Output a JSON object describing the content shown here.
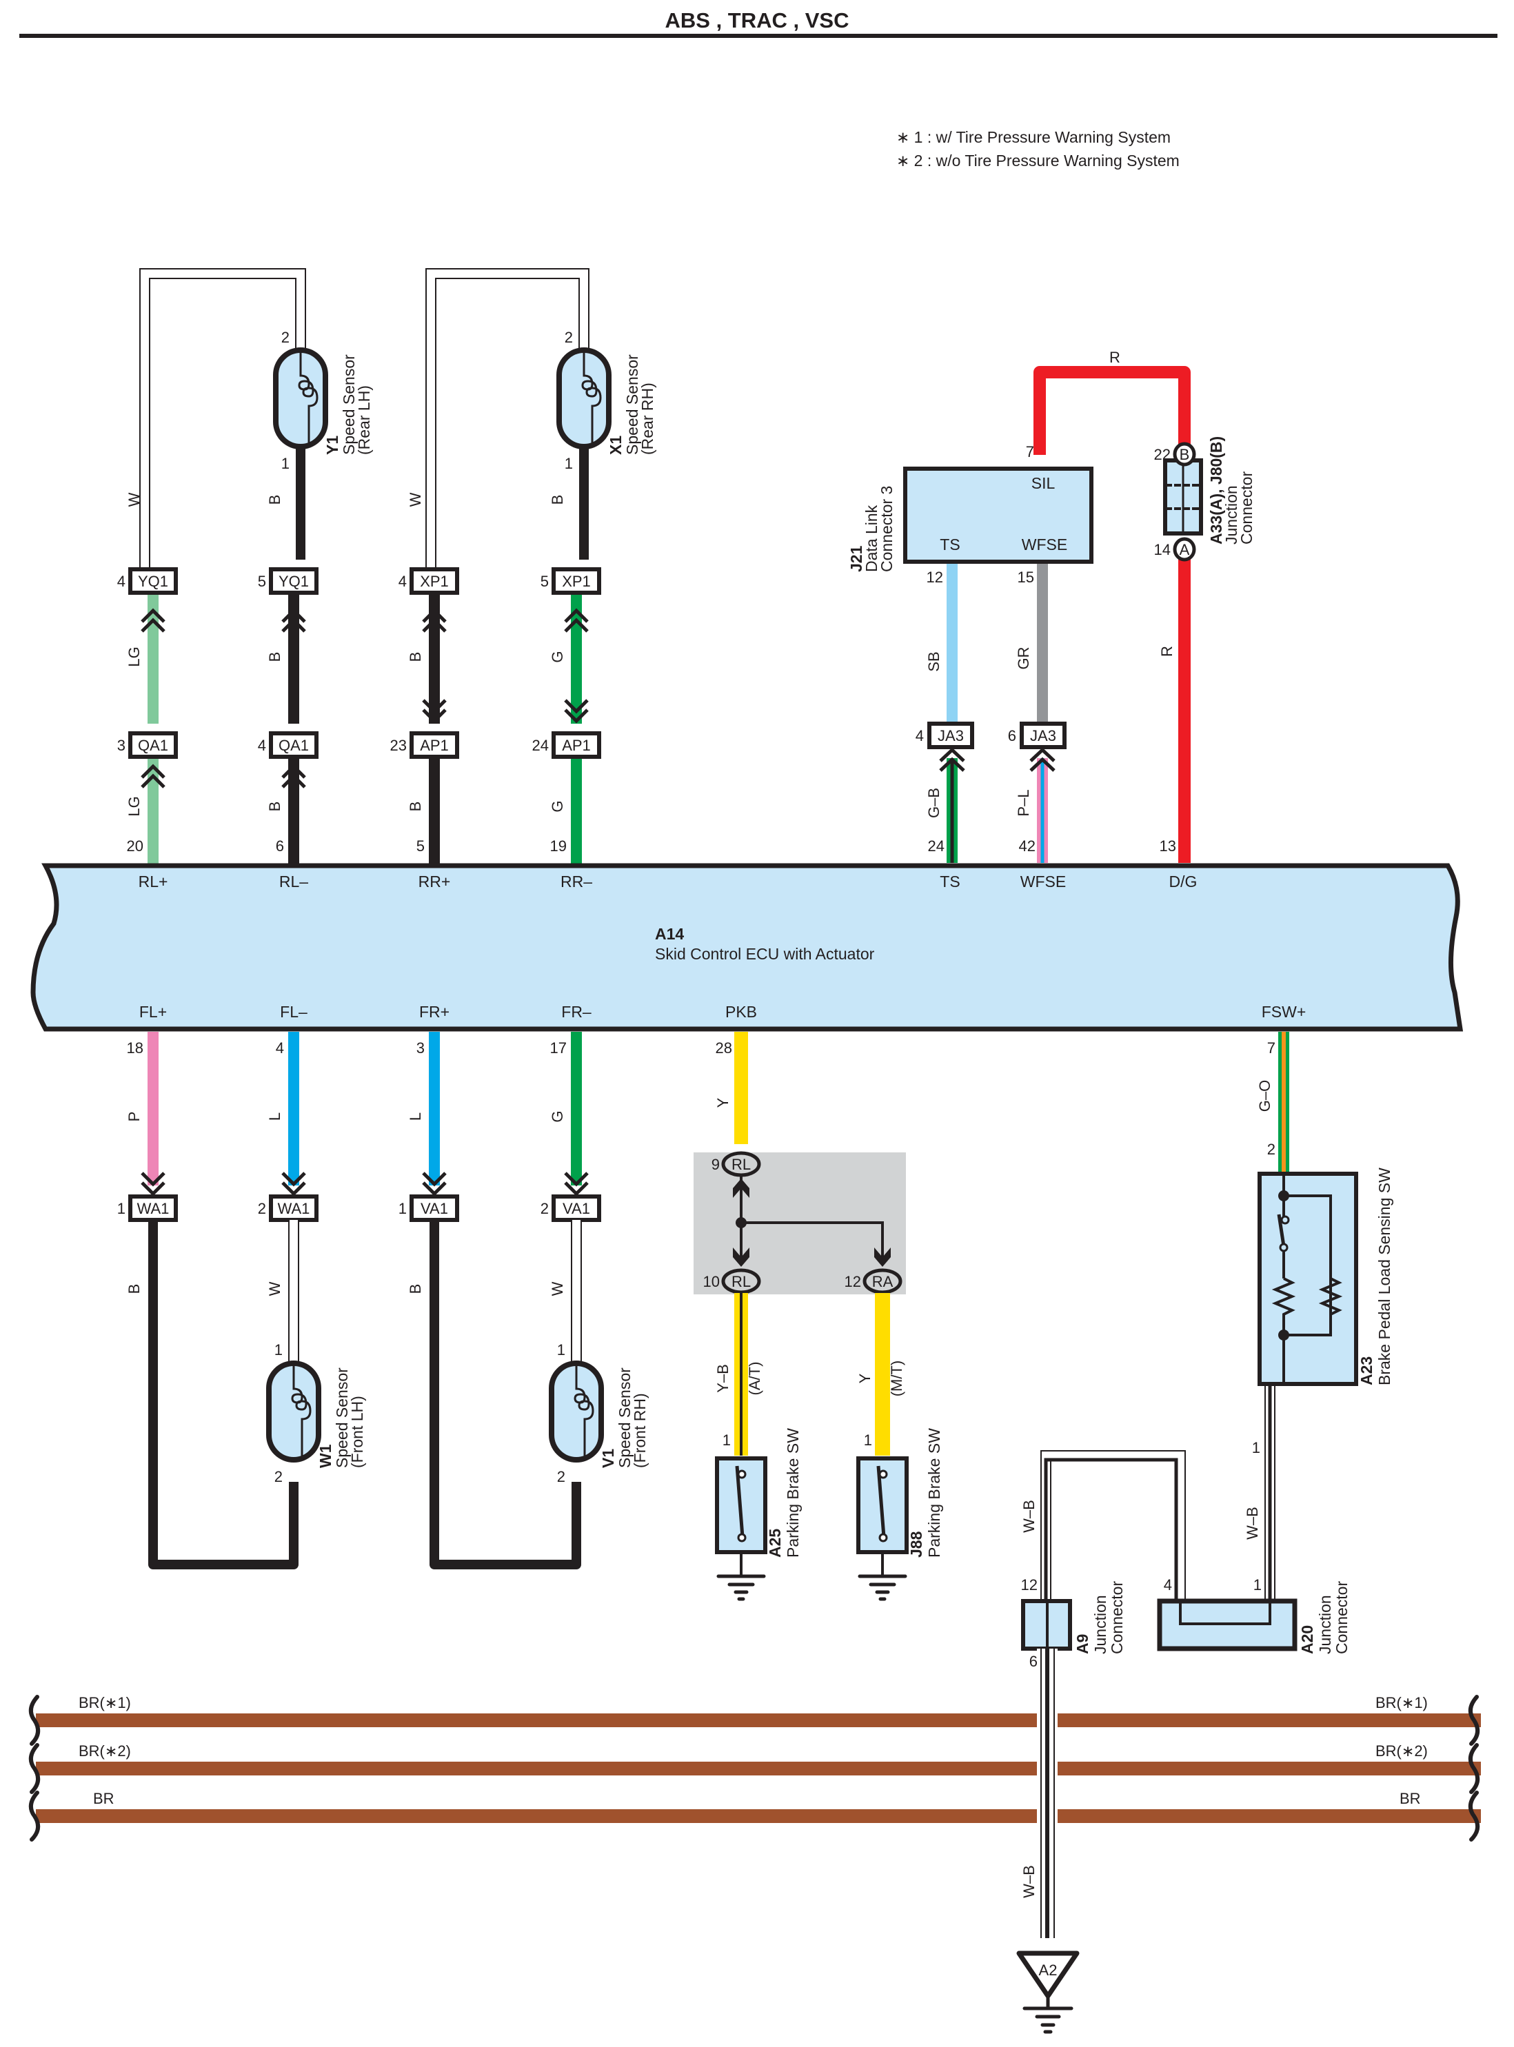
{
  "page": {
    "title": "ABS , TRAC , VSC",
    "notes": [
      "∗ 1 : w/ Tire Pressure Warning System",
      "∗ 2 : w/o Tire Pressure Warning System"
    ]
  },
  "colors": {
    "ecu_fill": "#c8e6f8",
    "outline": "#231f20",
    "W": "#ffffff",
    "B": "#231f20",
    "LG": "#80c99b",
    "G": "#00a14b",
    "P": "#ee86b6",
    "L": "#00a8e8",
    "SB": "#8fd3f4",
    "GR": "#939598",
    "R": "#ed1c24",
    "Y": "#ffdd00",
    "O": "#f7941d",
    "BR": "#a0522d",
    "junction_gray": "#d1d3d4"
  },
  "ecu": {
    "id": "A14",
    "name": "Skid Control ECU with Actuator",
    "top_terminals": [
      {
        "name": "RL+",
        "pin": "20"
      },
      {
        "name": "RL–",
        "pin": "6"
      },
      {
        "name": "RR+",
        "pin": "5"
      },
      {
        "name": "RR–",
        "pin": "19"
      },
      {
        "name": "TS",
        "pin": "24"
      },
      {
        "name": "WFSE",
        "pin": "42"
      },
      {
        "name": "D/G",
        "pin": "13"
      }
    ],
    "bottom_terminals": [
      {
        "name": "FL+",
        "pin": "18"
      },
      {
        "name": "FL–",
        "pin": "4"
      },
      {
        "name": "FR+",
        "pin": "3"
      },
      {
        "name": "FR–",
        "pin": "17"
      },
      {
        "name": "PKB",
        "pin": "28"
      },
      {
        "name": "FSW+",
        "pin": "7"
      }
    ]
  },
  "rear_circuits": [
    {
      "terminal": "RL+",
      "lower_wire": "LG",
      "mid_connector": {
        "pin": "3",
        "name": "QA1"
      },
      "upper_wire": "LG",
      "top_connector": {
        "pin": "4",
        "name": "YQ1"
      },
      "sensor_wire": "W"
    },
    {
      "terminal": "RL–",
      "lower_wire": "B",
      "mid_connector": {
        "pin": "4",
        "name": "QA1"
      },
      "upper_wire": "B",
      "top_connector": {
        "pin": "5",
        "name": "YQ1"
      },
      "sensor_wire": "B"
    },
    {
      "terminal": "RR+",
      "lower_wire": "B",
      "mid_connector": {
        "pin": "23",
        "name": "AP1"
      },
      "upper_wire": "B",
      "top_connector": {
        "pin": "4",
        "name": "XP1"
      },
      "sensor_wire": "W"
    },
    {
      "terminal": "RR–",
      "lower_wire": "G",
      "mid_connector": {
        "pin": "24",
        "name": "AP1"
      },
      "upper_wire": "G",
      "top_connector": {
        "pin": "5",
        "name": "XP1"
      },
      "sensor_wire": "B"
    }
  ],
  "rear_sensors": [
    {
      "id": "Y1",
      "name": "Speed Sensor",
      "sub": "(Rear LH)",
      "pin_top": "2",
      "pin_bottom": "1"
    },
    {
      "id": "X1",
      "name": "Speed Sensor",
      "sub": "(Rear RH)",
      "pin_top": "2",
      "pin_bottom": "1"
    }
  ],
  "front_circuits": [
    {
      "terminal": "FL+",
      "upper_wire": "P",
      "connector": {
        "pin": "1",
        "name": "WA1"
      },
      "lower_wire": "B"
    },
    {
      "terminal": "FL–",
      "upper_wire": "L",
      "connector": {
        "pin": "2",
        "name": "WA1"
      },
      "lower_wire": "W"
    },
    {
      "terminal": "FR+",
      "upper_wire": "L",
      "connector": {
        "pin": "1",
        "name": "VA1"
      },
      "lower_wire": "B"
    },
    {
      "terminal": "FR–",
      "upper_wire": "G",
      "connector": {
        "pin": "2",
        "name": "VA1"
      },
      "lower_wire": "W"
    }
  ],
  "front_sensors": [
    {
      "id": "W1",
      "name": "Speed Sensor",
      "sub": "(Front LH)",
      "pin_top": "1",
      "pin_bottom": "2"
    },
    {
      "id": "V1",
      "name": "Speed Sensor",
      "sub": "(Front RH)",
      "pin_top": "1",
      "pin_bottom": "2"
    }
  ],
  "dlc": {
    "id": "J21",
    "name": "Data Link",
    "sub": "Connector 3",
    "terminals": [
      {
        "name": "SIL",
        "pin": "7"
      },
      {
        "name": "TS",
        "pin": "12"
      },
      {
        "name": "WFSE",
        "pin": "15"
      }
    ],
    "ts_wire_upper": "SB",
    "ts_connector": {
      "pin": "4",
      "name": "JA3"
    },
    "ts_wire_lower": "G–B",
    "wfse_wire_upper": "GR",
    "wfse_connector": {
      "pin": "6",
      "name": "JA3"
    },
    "wfse_wire_lower": "P–L",
    "sil_wire": "R"
  },
  "junction_a33": {
    "id": "A33(A), J80(B)",
    "name": "Junction",
    "sub": "Connector",
    "pin_b": "22",
    "label_b": "B",
    "pin_a": "14",
    "label_a": "A",
    "wire_to_dg": "R"
  },
  "pkb": {
    "wire_upper": "Y",
    "junction_in": {
      "pin": "9",
      "name": "RL"
    },
    "junction_out_at": {
      "pin": "10",
      "name": "RL"
    },
    "junction_out_mt": {
      "pin": "12",
      "name": "RA"
    },
    "at_wire": "Y–B",
    "at_note": "(A/T)",
    "mt_wire": "Y",
    "mt_note": "(M/T)",
    "switches": [
      {
        "id": "A25",
        "name": "Parking Brake SW",
        "pin": "1"
      },
      {
        "id": "J88",
        "name": "Parking Brake SW",
        "pin": "1"
      }
    ]
  },
  "brake_pedal": {
    "id": "A23",
    "name": "Brake Pedal Load Sensing SW",
    "wire_upper": "G–O",
    "pin_top": "2",
    "pin_bottom": "1",
    "wire_lower": "W–B"
  },
  "junctions_bottom": [
    {
      "id": "A9",
      "name": "Junction",
      "sub": "Connector",
      "pin_top": "12",
      "pin_bottom": "6"
    },
    {
      "id": "A20",
      "name": "Junction",
      "sub": "Connector",
      "pin_left": "4",
      "pin_right": "1"
    }
  ],
  "ground_wire_labels": [
    "W–B",
    "W–B",
    "W–B"
  ],
  "ground": {
    "id": "A2"
  },
  "br_buses": [
    {
      "label": "BR(∗1)"
    },
    {
      "label": "BR(∗2)"
    },
    {
      "label": "BR"
    }
  ]
}
